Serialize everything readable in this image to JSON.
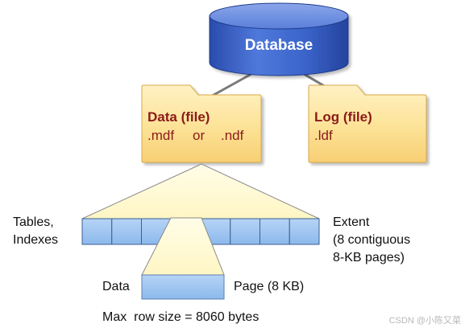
{
  "database": {
    "label": "Database"
  },
  "data_file": {
    "title": "Data (file)",
    "ext1": ".mdf",
    "or": "or",
    "ext2": ".ndf"
  },
  "log_file": {
    "title": "Log (file)",
    "ext": ".ldf"
  },
  "labels": {
    "tables_line1": "Tables,",
    "tables_line2": "Indexes",
    "extent_line1": "Extent",
    "extent_line2": "(8 contiguous",
    "extent_line3": "8-KB pages)",
    "data": "Data",
    "page": "Page (8 KB)",
    "max_row": "Max  row size = 8060 bytes"
  },
  "extent": {
    "page_count": 8
  },
  "watermark": "CSDN @小陈又菜",
  "colors": {
    "cylinder": "#3a63c9",
    "cylinder_top": "#6b8de0",
    "folder": "#fde59a",
    "folder_dark": "#f6c86a",
    "data_title": "#8b1a1a",
    "page_fill": "#9cc4f0",
    "connector": "#7a7a7a"
  }
}
